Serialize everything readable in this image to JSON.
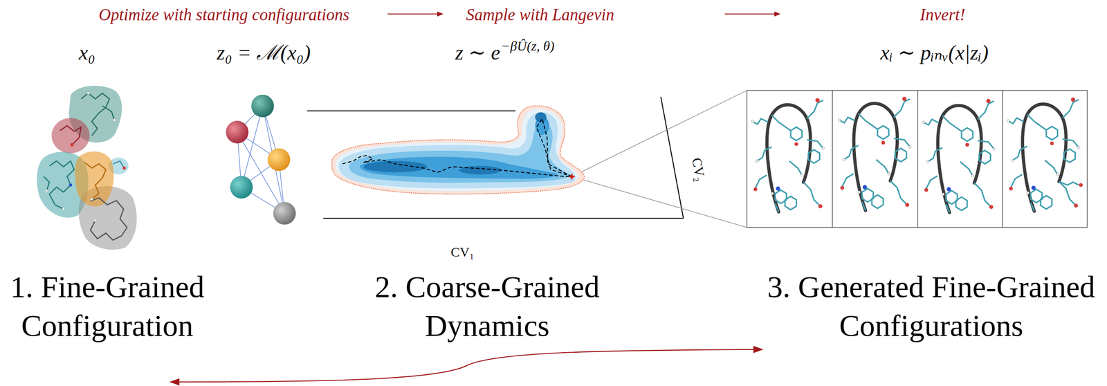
{
  "diagram": {
    "nodes": [
      {
        "text": [
          "x₀",
          "1. Fine-Grained Configuration"
        ]
      },
      {
        "text": [
          "z₀ = ℳ(x₀)",
          "z ∼ e",
          "−βÛ(z, θ)",
          "2. Coarse-Grained Dynamics"
        ]
      },
      {
        "text": [
          "xᵢ ∼ pᵢₙᵥ(x|zᵢ)",
          "3. Generated Fine-Grained Configurations"
        ]
      }
    ],
    "edges": [
      {
        "from": 0,
        "to": 2,
        "arrow": "both"
      }
    ],
    "labels": [
      "Optimize with starting configurations",
      "Sample with Langevin",
      "Invert!",
      "CV₁",
      "CV₂"
    ]
  }
}
